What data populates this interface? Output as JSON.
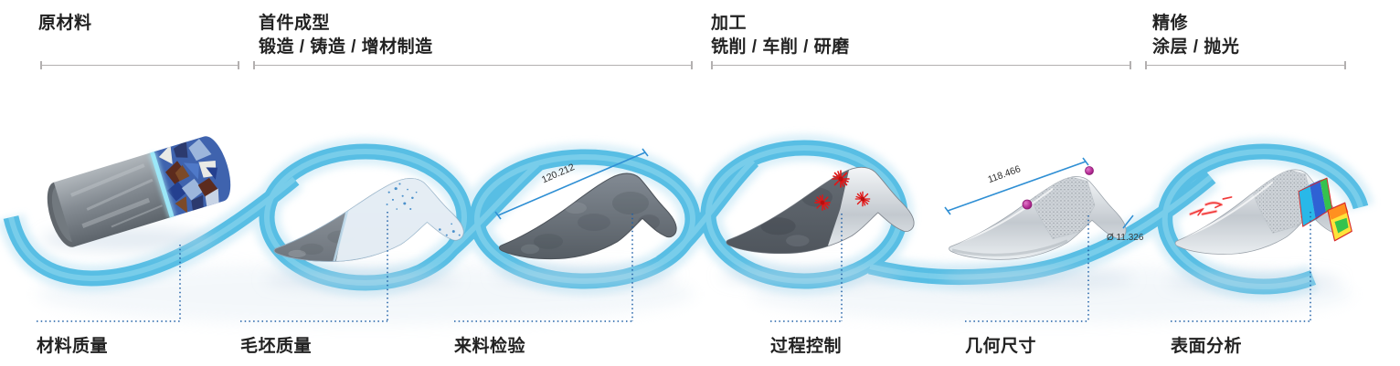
{
  "process_flow": {
    "stages": [
      {
        "title": "原材料",
        "subtitle": ""
      },
      {
        "title": "首件成型",
        "subtitle": "锻造 / 铸造 / 增材制造"
      },
      {
        "title": "加工",
        "subtitle": "铣削 / 车削 / 研磨"
      },
      {
        "title": "精修",
        "subtitle": "涂层 / 抛光"
      }
    ],
    "checkpoints": [
      "材料质量",
      "毛坯质量",
      "来料检验",
      "过程控制",
      "几何尺寸",
      "表面分析"
    ],
    "measurements": {
      "blank_length": "120.212",
      "finished_length": "118.466",
      "neck_diameter": "Ø 11.326"
    },
    "colors": {
      "ribbon_blue": "#58bee4",
      "dimension_blue": "#2f8fd4",
      "dotted_connector_blue": "#1d5ea6",
      "label_text": "#222222",
      "bracket_gray": "#b3b0b0",
      "laser_red": "#e01818",
      "probe_magenta": "#b62d96"
    }
  }
}
